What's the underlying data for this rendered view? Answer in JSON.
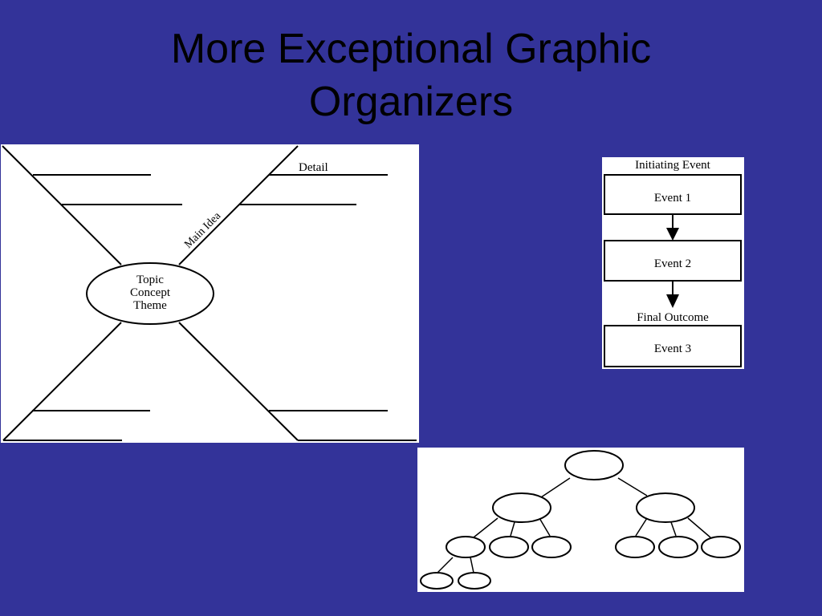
{
  "title": {
    "line1": "More Exceptional Graphic",
    "line2": "Organizers"
  },
  "colors": {
    "background": "#333399",
    "panel": "#ffffff",
    "ink": "#000000"
  },
  "spider_map": {
    "detail_label": "Detail",
    "main_idea_label": "Main Idea",
    "center_lines": [
      "Topic",
      "Concept",
      "Theme"
    ]
  },
  "event_chain": {
    "initiating_label": "Initiating Event",
    "final_label": "Final Outcome",
    "events": [
      "Event 1",
      "Event 2",
      "Event 3"
    ]
  },
  "hierarchy_tree": {
    "levels": [
      1,
      2,
      6,
      2
    ]
  }
}
